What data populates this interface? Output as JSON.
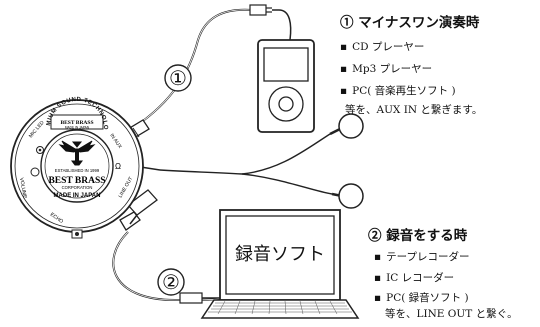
{
  "section1": {
    "number": "①",
    "title": "① マイナスワン演奏時",
    "bullet": "▪",
    "items": [
      "CD プレーヤー",
      "Mp3 プレーヤー",
      "PC( 音楽再生ソフト )"
    ],
    "footer": "等を、AUX IN と繋ぎます。"
  },
  "section2": {
    "number": "②",
    "title": "② 録音をする時",
    "bullet": "▪",
    "items": [
      "テープレコーダー",
      "IC レコーダー",
      "PC( 録音ソフト )"
    ],
    "footer": "等を、LINE OUT と繋ぐ。"
  },
  "laptop_screen_text": "録音ソフト",
  "device": {
    "brand_top": "BEST BRASS",
    "made_small": "MADE IN JAPAN",
    "ring_text": "PREMIUM SOUND TECHNOLOGY",
    "established": "ESTABLISHED IN 1999",
    "brand": "BEST BRASS",
    "corporation": "CORPORATION",
    "made_in_japan": "MADE IN JAPAN",
    "label_mic_led": "MIC LED",
    "label_volume": "VOLUME",
    "label_echo": "ECHO",
    "label_aux_in": "IN AUX",
    "label_line_out": "LINE OUT",
    "label_headphone": "Ω"
  }
}
